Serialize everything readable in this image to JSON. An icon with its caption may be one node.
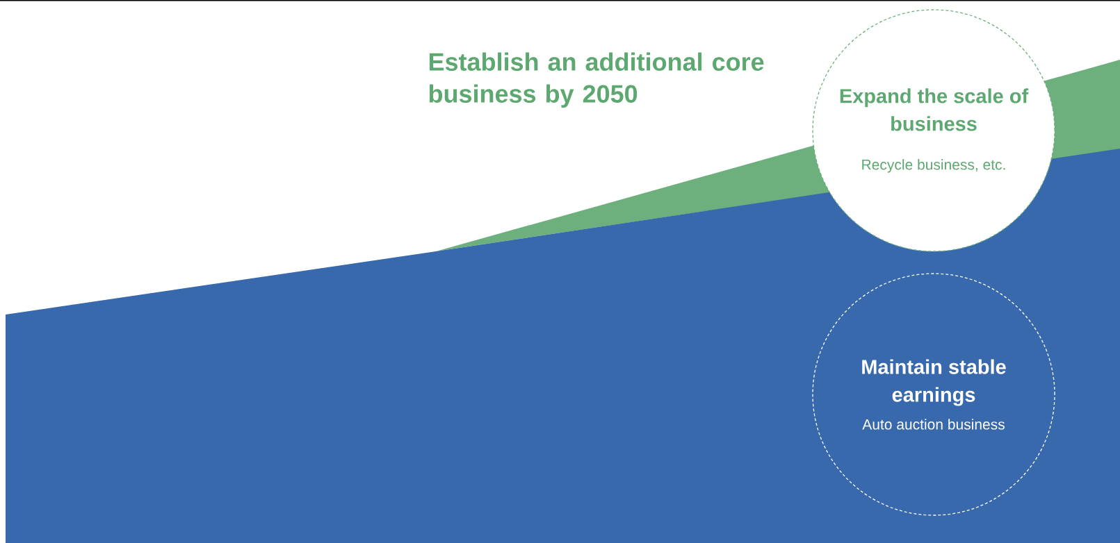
{
  "diagram": {
    "nodes": [
      {
        "text": [
          "Expand the scale of business",
          "Recycle business, etc."
        ]
      },
      {
        "text": [
          "Maintain stable earnings",
          "Auto auction business"
        ]
      }
    ],
    "labels": [
      "Establish an additional core business by 2050"
    ]
  }
}
